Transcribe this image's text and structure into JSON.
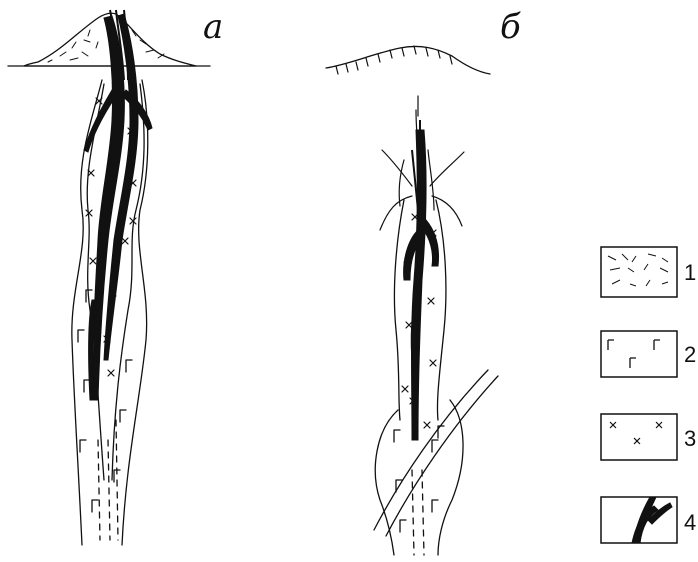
{
  "panels": [
    {
      "id": "a",
      "label": "a"
    },
    {
      "id": "b",
      "label": "б"
    }
  ],
  "legend": [
    {
      "number": "1"
    },
    {
      "number": "2"
    },
    {
      "number": "3"
    },
    {
      "number": "4"
    }
  ],
  "colors": {
    "ink": "#111111",
    "background": "#ffffff"
  }
}
